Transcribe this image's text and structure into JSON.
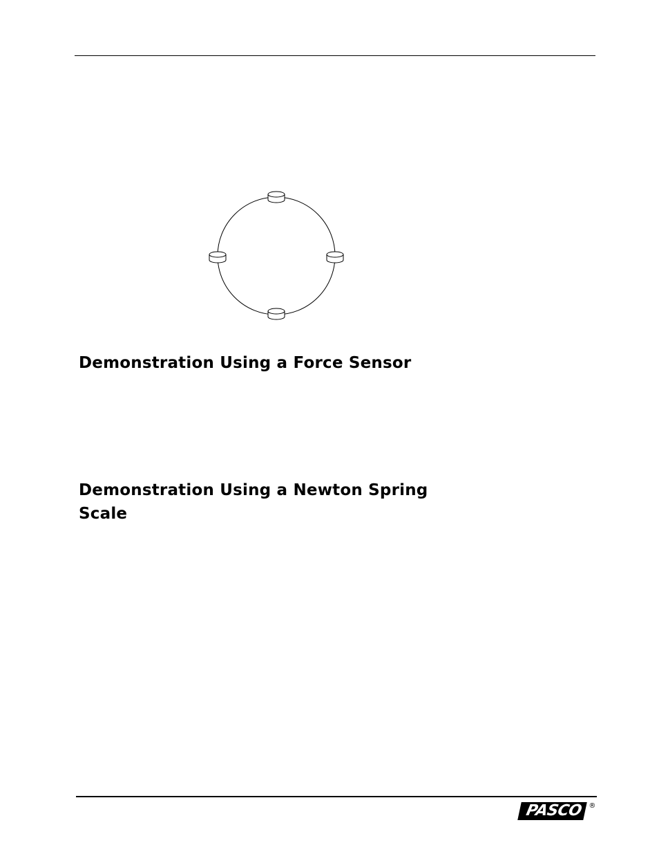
{
  "sections": [
    {
      "heading": "Demonstration Using a Force Sensor"
    },
    {
      "heading": "Demonstration Using a Newton Spring Scale"
    }
  ],
  "footer": {
    "logo_text": "PASCO",
    "registered_mark": "®"
  },
  "figure": {
    "description_icon": "circle-with-four-pucks"
  }
}
